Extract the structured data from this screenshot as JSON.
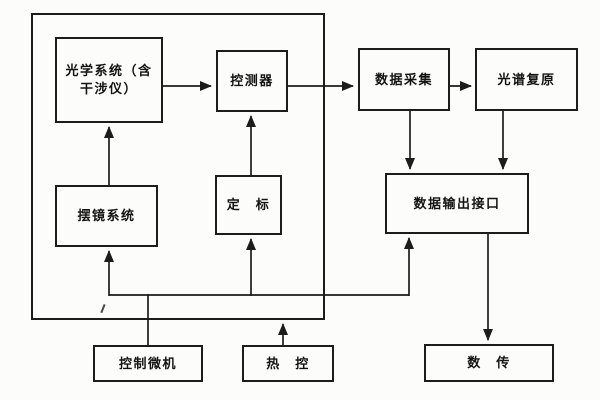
{
  "colors": {
    "ink": "#1c1c1c",
    "paper": "#fcfcfb"
  },
  "diagram": {
    "nodes": {
      "optical_system": {
        "label": "光学系统（含\n干涉仪）"
      },
      "detector": {
        "label": "控测器"
      },
      "data_acquisition": {
        "label": "数据采集"
      },
      "spectrum_recovery": {
        "label": "光谱复原"
      },
      "scan_mirror": {
        "label": "摆镜系统"
      },
      "calibration": {
        "label": "定　标"
      },
      "data_output_interface": {
        "label": "数据输出接口"
      },
      "control_computer": {
        "label": "控制微机"
      },
      "thermal_control": {
        "label": "热　控"
      },
      "data_transmission": {
        "label": "数　传"
      }
    },
    "edges": [
      {
        "from": "optical_system",
        "to": "detector"
      },
      {
        "from": "detector",
        "to": "data_acquisition"
      },
      {
        "from": "data_acquisition",
        "to": "spectrum_recovery"
      },
      {
        "from": "scan_mirror",
        "to": "optical_system"
      },
      {
        "from": "calibration",
        "to": "detector"
      },
      {
        "from": "data_acquisition",
        "to": "data_output_interface"
      },
      {
        "from": "spectrum_recovery",
        "to": "data_output_interface"
      },
      {
        "from": "data_output_interface",
        "to": "data_transmission"
      },
      {
        "from": "control_computer",
        "to": "scan_mirror"
      },
      {
        "from": "control_computer",
        "to": "calibration"
      },
      {
        "from": "control_computer",
        "to": "data_output_interface"
      },
      {
        "from": "thermal_control",
        "to": "instrument_enclosure"
      }
    ]
  }
}
